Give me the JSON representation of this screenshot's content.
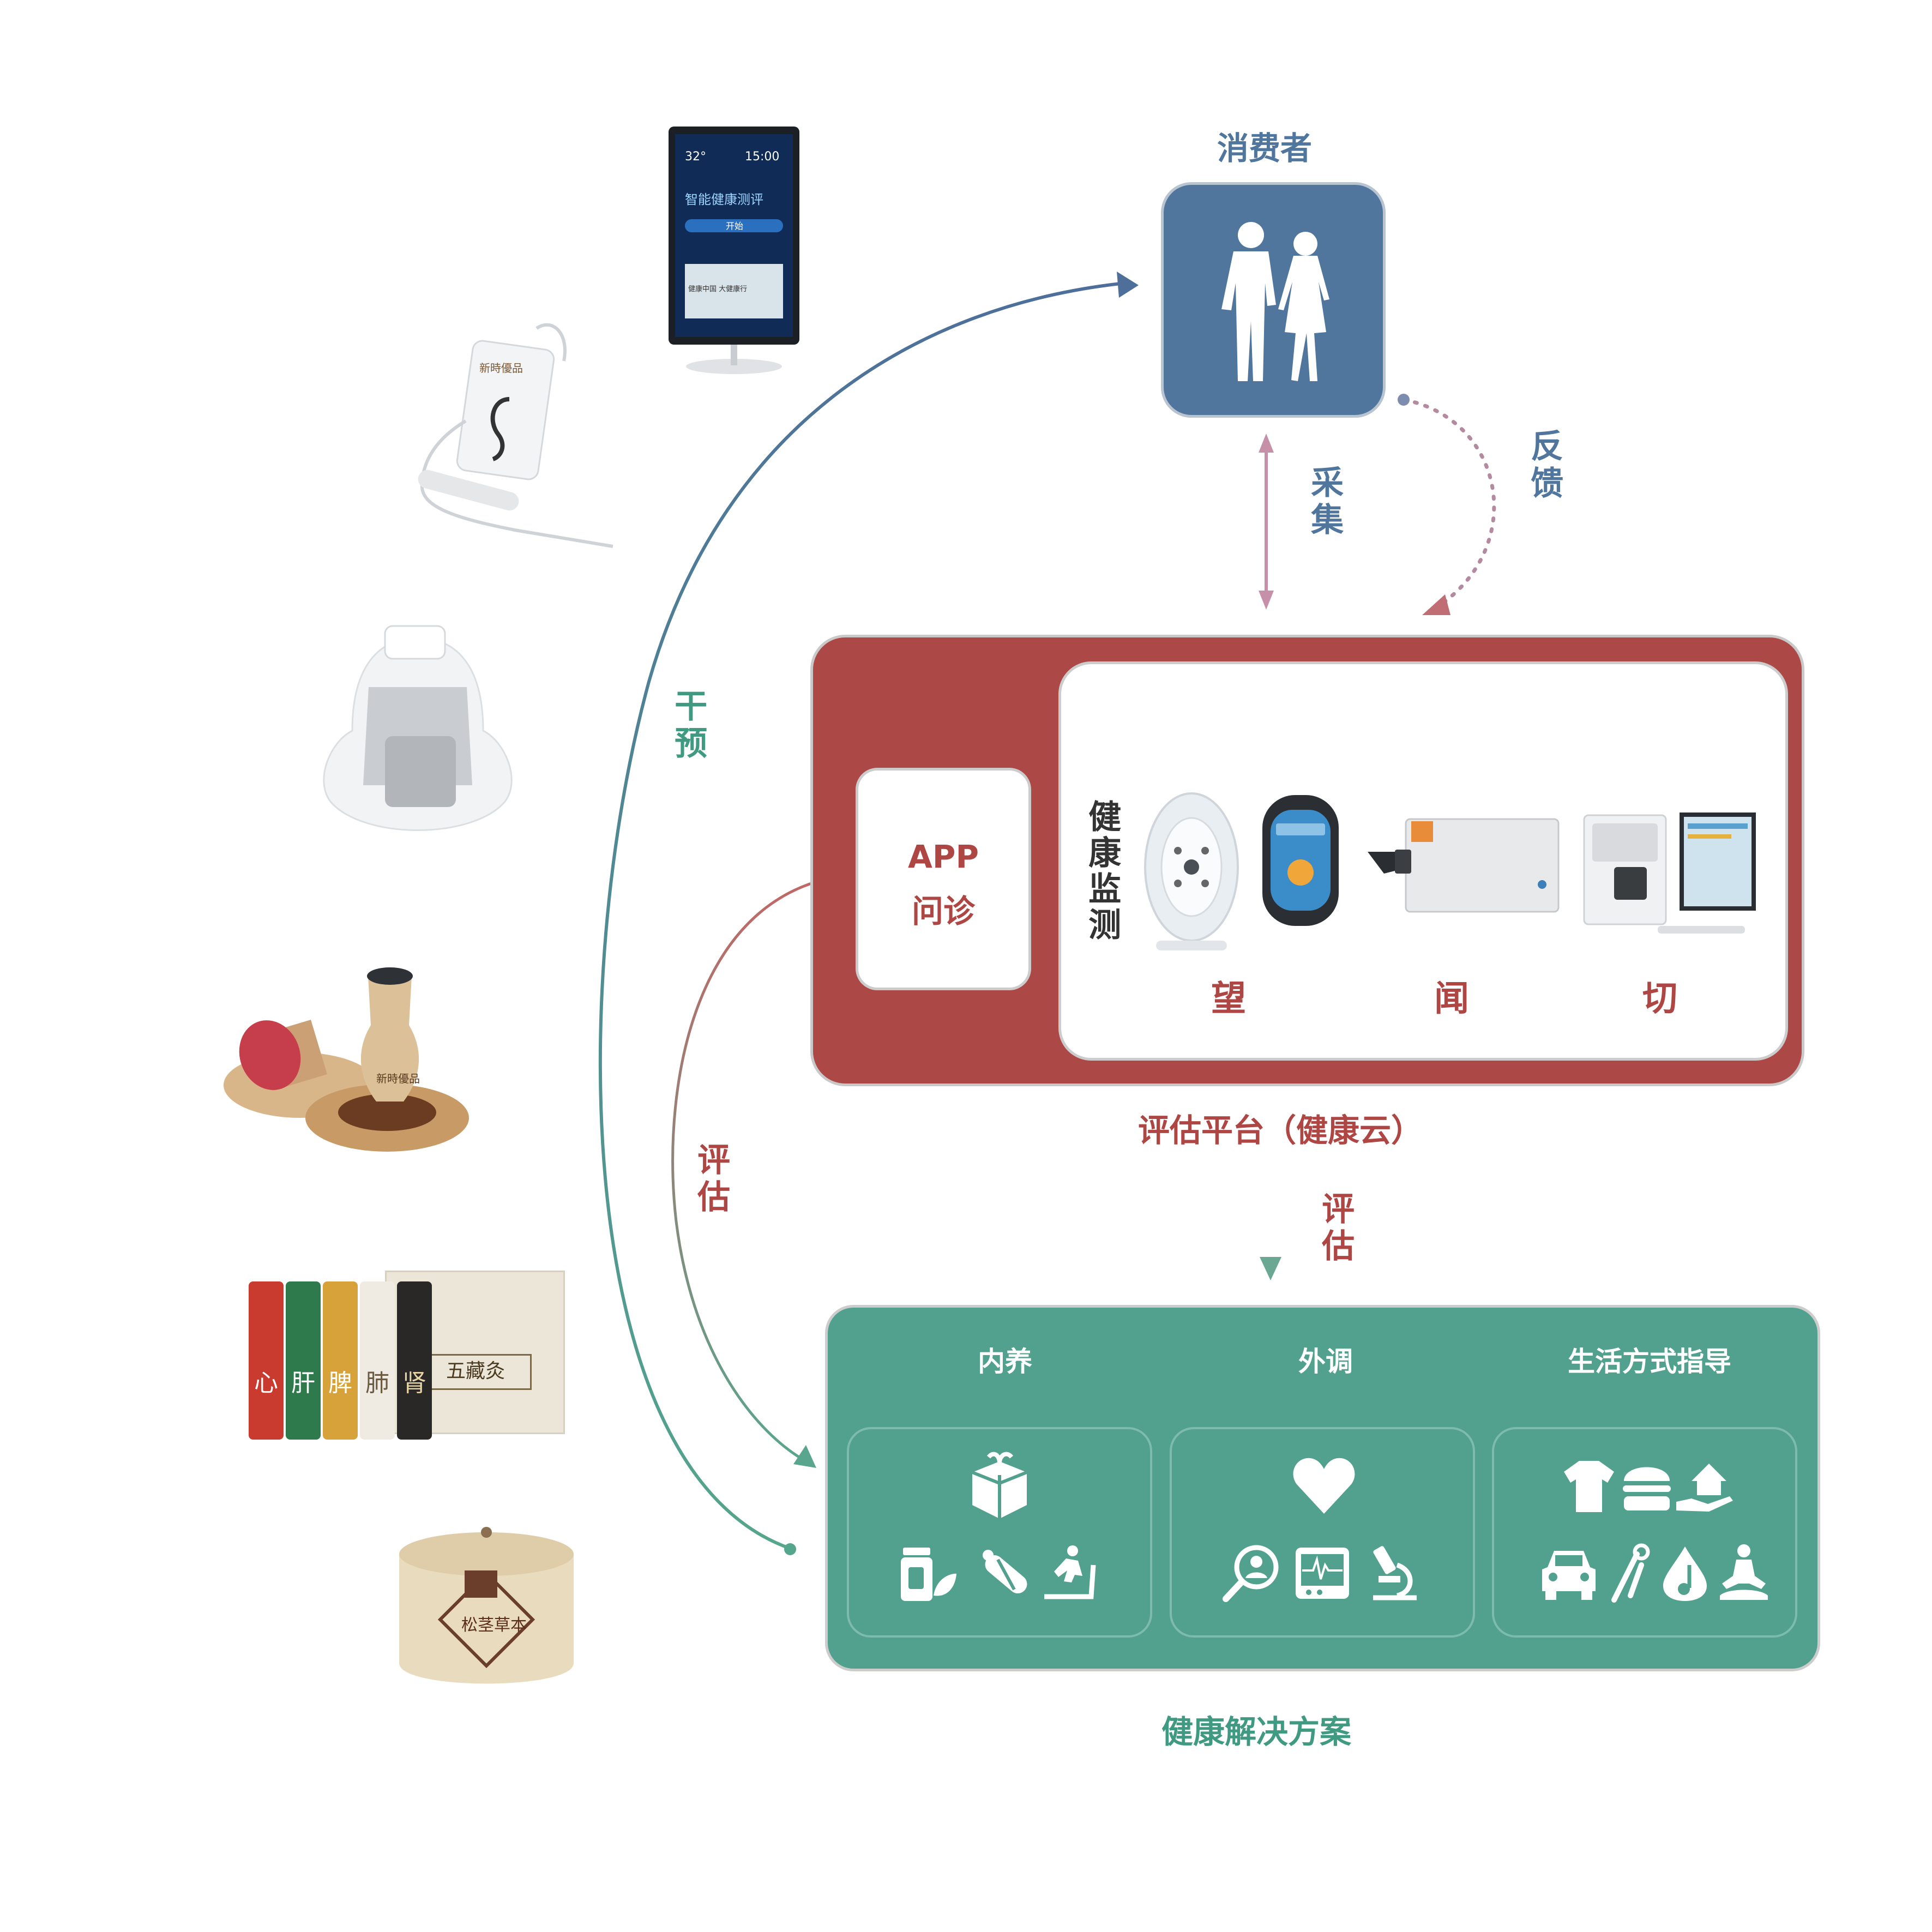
{
  "consumer": {
    "title": "消费者"
  },
  "arrows": {
    "collect": "采集",
    "feedback": "反馈",
    "intervene": "干预",
    "evaluate_left": "评估",
    "evaluate_down": "评估"
  },
  "platform": {
    "title": "评估平台（健康云）",
    "app_line1": "APP",
    "app_line2": "问诊",
    "monitor_label": "健康监测",
    "methods": [
      "望",
      "闻",
      "切"
    ]
  },
  "solution": {
    "title": "健康解决方案",
    "categories": [
      "内养",
      "外调",
      "生活方式指导"
    ]
  },
  "products": {
    "tablet_text": [
      "32°",
      "15:00",
      "智能健康测评",
      "开始",
      "健康中国 大健康行"
    ],
    "brand_text": "新時優品",
    "moxa_tubes": [
      "心",
      "肝",
      "脾",
      "肺",
      "肾"
    ],
    "moxa_box_text": "五藏灸",
    "jar_text": "松茎草本"
  },
  "colors": {
    "consumer_blue": "#50769e",
    "platform_red": "#ac4845",
    "solution_green": "#52a08e",
    "label_red": "#ae4644",
    "label_green": "#3f9a81",
    "collect_pink": "#c690a8"
  }
}
